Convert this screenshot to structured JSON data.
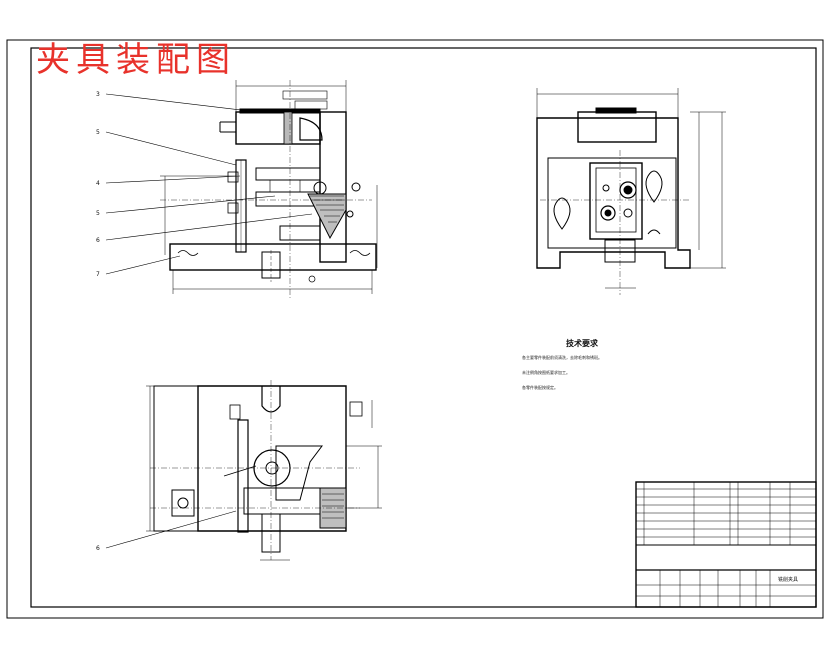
{
  "drawing": {
    "title": "夹具装配图"
  },
  "callouts": [
    {
      "label": "3"
    },
    {
      "label": "5"
    },
    {
      "label": "4"
    },
    {
      "label": "5"
    },
    {
      "label": "6"
    },
    {
      "label": "7"
    },
    {
      "label": "6"
    }
  ],
  "tech_requirements": {
    "title": "技术要求",
    "lines": [
      "各主要零件装配前须清洗，去除毛刺和锈斑。",
      "未注倒角按图纸要求加工。",
      "各零件装配按规定。"
    ]
  },
  "title_block": {
    "part_name": "铣削夹具"
  }
}
